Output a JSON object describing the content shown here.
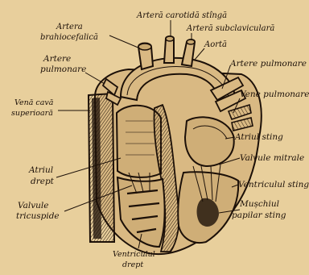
{
  "background_color": "#e8cf9c",
  "ink_color": "#1c1008",
  "labels": {
    "artera_carotida_stinga": "Arteră carotidă stîngă",
    "artera_subclaviculara": "Arteră subclaviculară",
    "aorta": "Aortă",
    "artera_brahiocefalica_l1": "Artera",
    "artera_brahiocefalica_l2": "brahiocefalică",
    "artere_pulmonare_left_l1": "Artere",
    "artere_pulmonare_left_l2": "pulmonare",
    "artere_pulmonare_right": "Artere pulmonare",
    "vene_pulmonare": "Vene pulmonare",
    "vena_cava_superioara_l1": "Venă cavă",
    "vena_cava_superioara_l2": "superioară",
    "atriul_stang": "Atriul sting",
    "valvule_mitrale": "Valvule mitrale",
    "atriul_drept_l1": "Atriul",
    "atriul_drept_l2": "drept",
    "valvule_tricuspide_l1": "Valvule",
    "valvule_tricuspide_l2": "tricuspide",
    "ventriculul_stang": "Ventriculul sting",
    "muschiul_papilar_l1": "Mușchiul",
    "muschiul_papilar_l2": "papilar sting",
    "ventriculul_drept_l1": "Ventriculul",
    "ventriculul_drept_l2": "drept"
  }
}
